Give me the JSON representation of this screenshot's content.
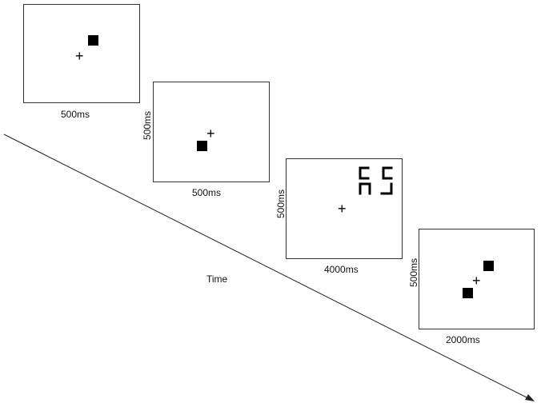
{
  "arrow_label": "Time",
  "fixation_symbol": "+",
  "panels": [
    {
      "bottom_label": "500ms",
      "side_label": ""
    },
    {
      "bottom_label": "500ms",
      "side_label": "500ms"
    },
    {
      "bottom_label": "4000ms",
      "side_label": "500ms"
    },
    {
      "bottom_label": "2000ms",
      "side_label": "500ms"
    }
  ]
}
